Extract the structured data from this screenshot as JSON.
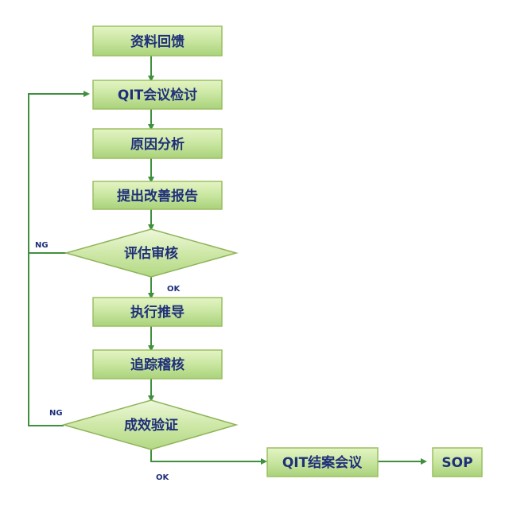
{
  "diagram": {
    "nodes": {
      "feedback": "资料回馈",
      "qit_review": "QIT会议检讨",
      "root_cause": "原因分析",
      "improvement_report": "提出改善报告",
      "evaluation": "评估审核",
      "implement": "执行推导",
      "tracking": "追踪稽核",
      "verification": "成效验证",
      "qit_closing": "QIT结案会议",
      "sop": "SOP"
    },
    "edge_labels": {
      "evaluation_ng": "NG",
      "evaluation_ok": "OK",
      "verification_ng": "NG",
      "verification_ok": "OK"
    }
  },
  "colors": {
    "box_fill": "#c9e6a0",
    "box_stroke": "#9bbf62",
    "arrow": "#3f8f3f",
    "text": "#1f2f7a"
  }
}
